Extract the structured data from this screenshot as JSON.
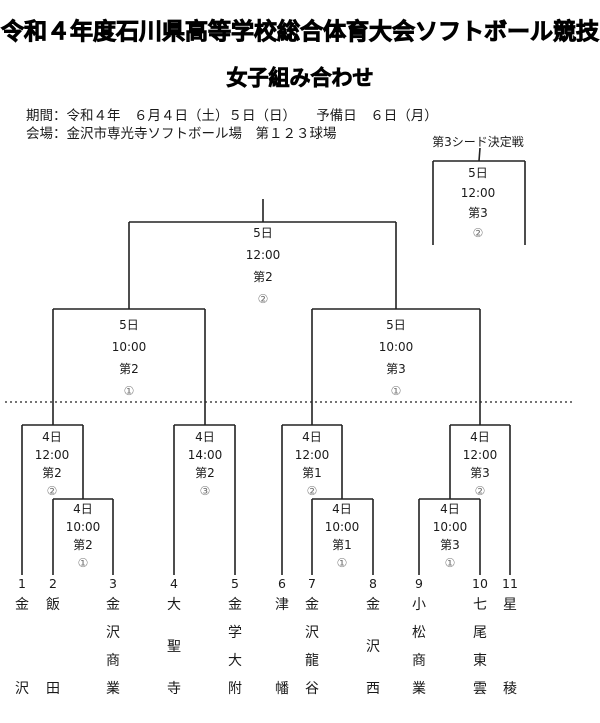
{
  "title": "令和４年度石川県高等学校総合体育大会ソフトボール競技",
  "subtitle": "女子組み合わせ",
  "info": {
    "period": "期間：令和４年　６月４日（土）５日（日）　　予備日　６日（月）",
    "venue": "会場：金沢市専光寺ソフトボール場　第１２３球場"
  },
  "third_seed_label": "第3シード決定戦",
  "matches": {
    "final": {
      "day": "5日",
      "time": "12:00",
      "field": "第2",
      "order": "②"
    },
    "sf1": {
      "day": "5日",
      "time": "10:00",
      "field": "第2",
      "order": "①"
    },
    "sf2": {
      "day": "5日",
      "time": "10:00",
      "field": "第3",
      "order": "①"
    },
    "qf1": {
      "day": "4日",
      "time": "12:00",
      "field": "第2",
      "order": "②"
    },
    "qf2": {
      "day": "4日",
      "time": "14:00",
      "field": "第2",
      "order": "③"
    },
    "qf3": {
      "day": "4日",
      "time": "12:00",
      "field": "第1",
      "order": "②"
    },
    "qf4": {
      "day": "4日",
      "time": "12:00",
      "field": "第3",
      "order": "②"
    },
    "r1a": {
      "day": "4日",
      "time": "10:00",
      "field": "第2",
      "order": "①"
    },
    "r1b": {
      "day": "4日",
      "time": "10:00",
      "field": "第1",
      "order": "①"
    },
    "r1c": {
      "day": "4日",
      "time": "10:00",
      "field": "第3",
      "order": "①"
    },
    "third_seed": {
      "day": "5日",
      "time": "12:00",
      "field": "第3",
      "order": "②"
    }
  },
  "teams": [
    {
      "no": "1",
      "name": "金沢"
    },
    {
      "no": "2",
      "name": "飯田"
    },
    {
      "no": "3",
      "name": "金沢商業"
    },
    {
      "no": "4",
      "name": "大聖寺"
    },
    {
      "no": "5",
      "name": "金学大附"
    },
    {
      "no": "6",
      "name": "津幡"
    },
    {
      "no": "7",
      "name": "金沢龍谷"
    },
    {
      "no": "8",
      "name": "金沢西"
    },
    {
      "no": "9",
      "name": "小松商業"
    },
    {
      "no": "10",
      "name": "七尾東雲"
    },
    {
      "no": "11",
      "name": "星稜"
    }
  ]
}
